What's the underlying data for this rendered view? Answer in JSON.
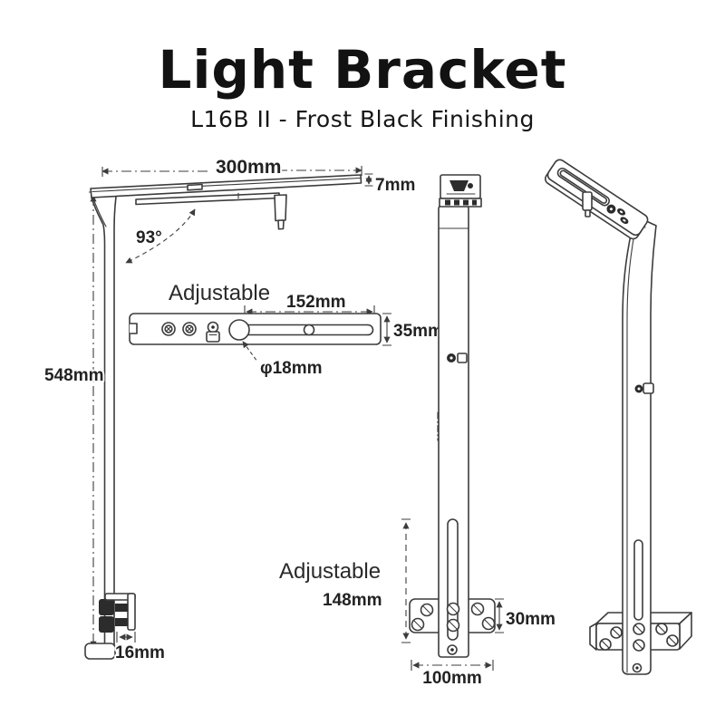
{
  "header": {
    "title": "Light Bracket",
    "subtitle": "L16B II - Frost Black Finishing"
  },
  "colors": {
    "background": "#ffffff",
    "line": "#3c3c3c",
    "text": "#1f1f1f"
  },
  "views": {
    "side": {
      "dims": {
        "arm_length": "300mm",
        "arm_thickness": "7mm",
        "bend_angle": "93°",
        "post_height": "548mm",
        "clamp_opening": "16mm"
      }
    },
    "arm_detail": {
      "label": "Adjustable",
      "dims": {
        "slide_length": "152mm",
        "bar_width": "35mm",
        "hole_diameter": "φ18mm"
      }
    },
    "front": {
      "label": "Adjustable",
      "dims": {
        "adjust_range": "148mm",
        "plate_height": "30mm",
        "plate_width": "100mm"
      }
    }
  }
}
